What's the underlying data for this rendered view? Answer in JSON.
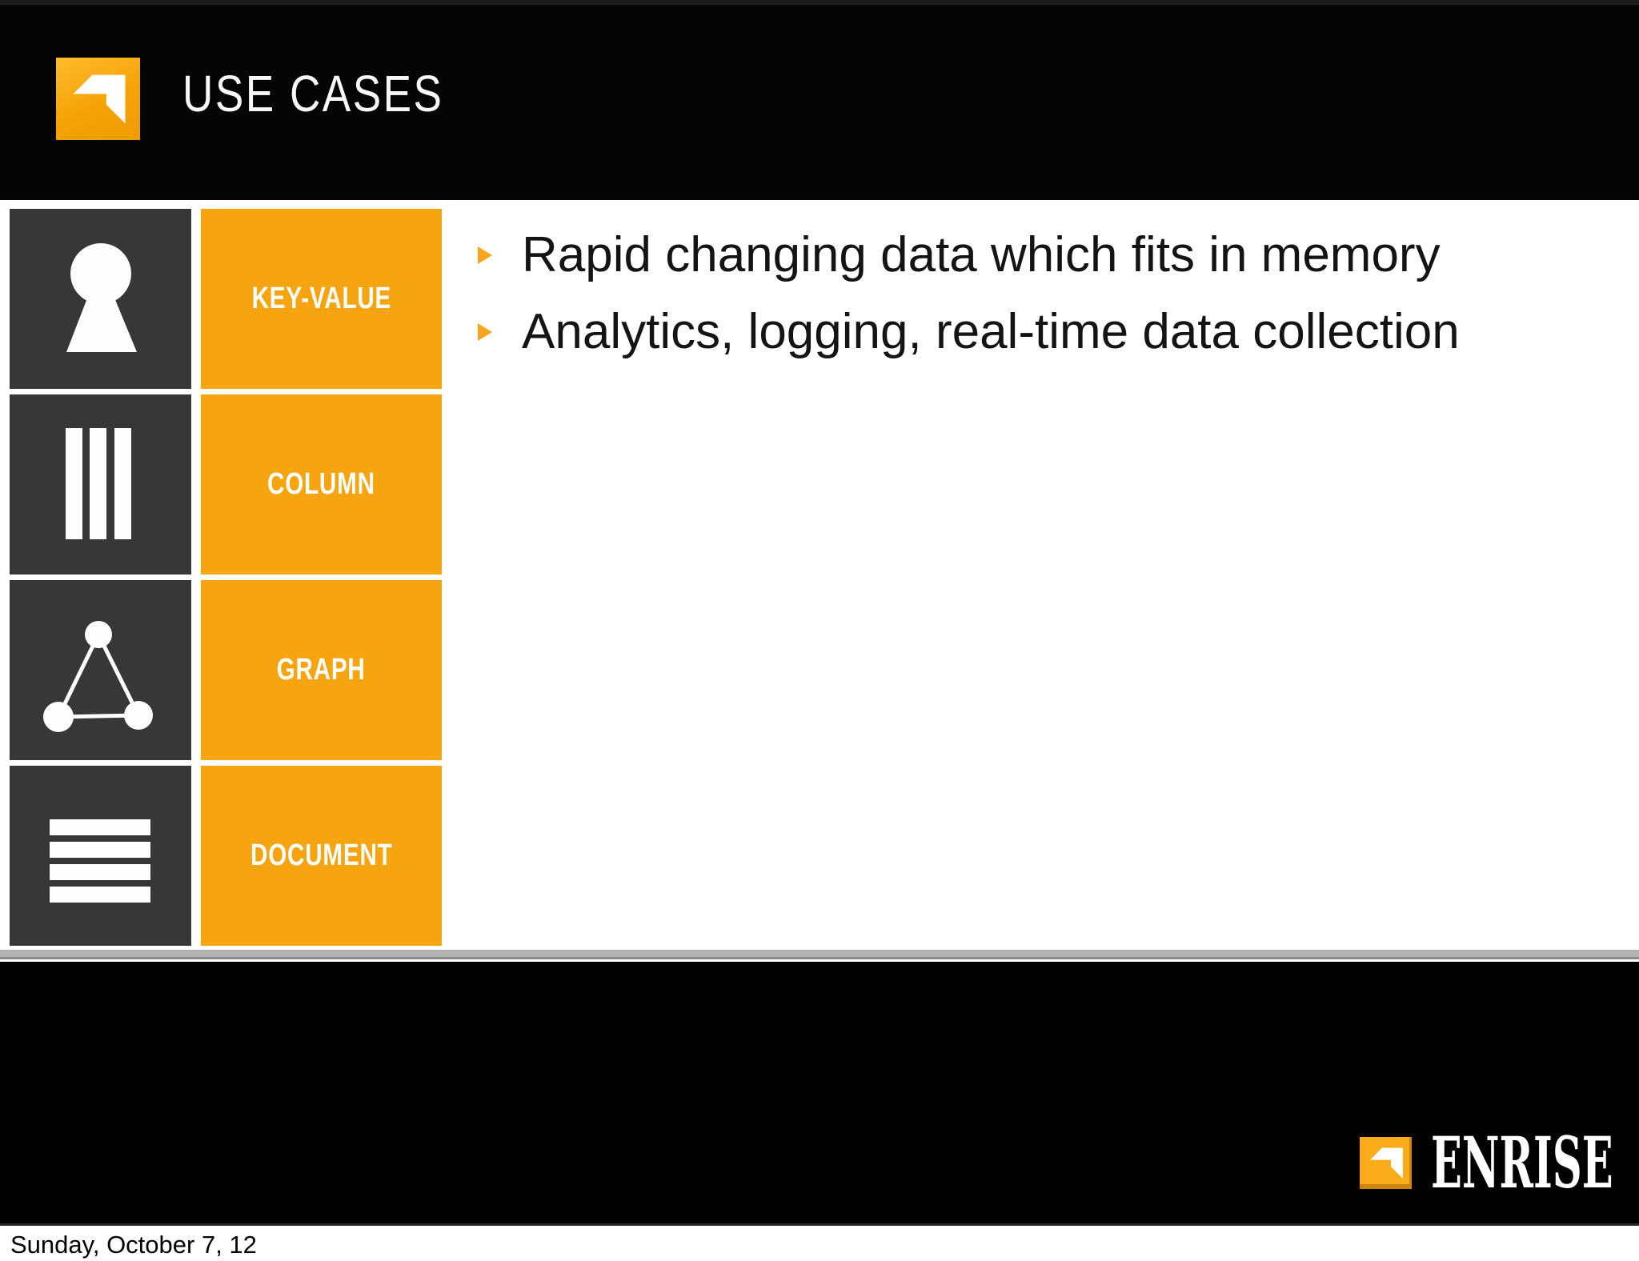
{
  "slide": {
    "title": "USE CASES"
  },
  "sidebar": {
    "rows": [
      {
        "icon": "keyhole-icon",
        "label": "KEY-VALUE"
      },
      {
        "icon": "columns-icon",
        "label": "COLUMN"
      },
      {
        "icon": "graph-icon",
        "label": "GRAPH"
      },
      {
        "icon": "document-lines-icon",
        "label": "DOCUMENT"
      }
    ]
  },
  "bullets": [
    "Rapid changing data which fits in memory",
    "Analytics, logging, real-time data collection"
  ],
  "footer": {
    "brand": "ENRISE",
    "date": "Sunday, October 7, 12"
  },
  "colors": {
    "orange": "#F7A411",
    "logo_orange": "#FBAC1B",
    "tile_dark": "#373737",
    "marker_orange": "#F9A51E",
    "gray_bar": "#B2B2B2",
    "header_black": "#050505",
    "text_dark": "#141414"
  }
}
